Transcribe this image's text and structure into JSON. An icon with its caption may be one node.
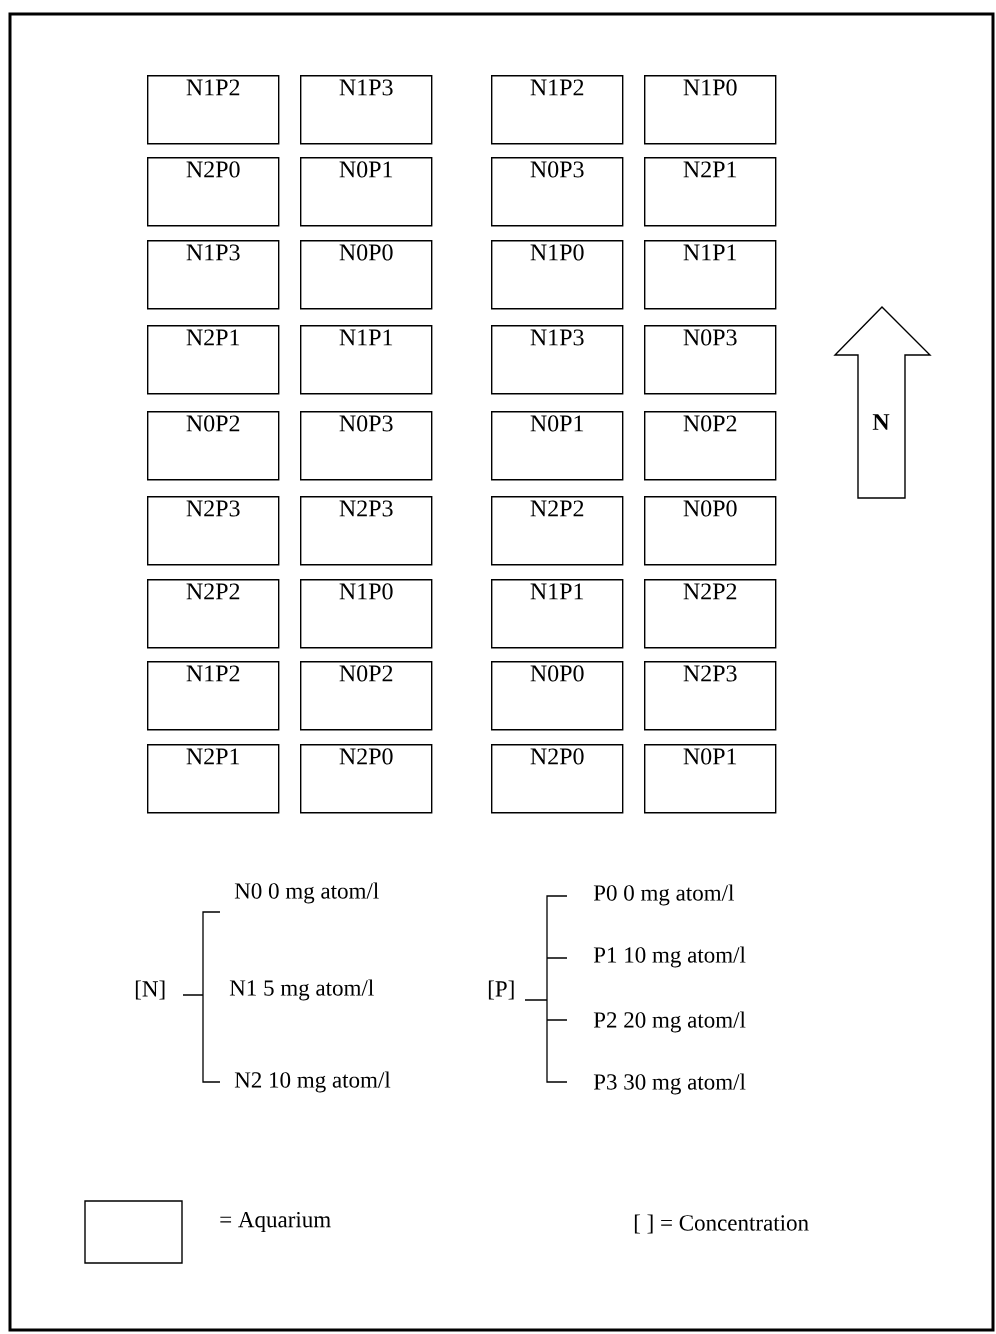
{
  "diagram": {
    "nodes": [
      {
        "text": [
          "N1P2"
        ]
      },
      {
        "text": [
          "N1P3"
        ]
      },
      {
        "text": [
          "N1P2"
        ]
      },
      {
        "text": [
          "N1P0"
        ]
      },
      {
        "text": [
          "N2P0"
        ]
      },
      {
        "text": [
          "N0P1"
        ]
      },
      {
        "text": [
          "N0P3"
        ]
      },
      {
        "text": [
          "N2P1"
        ]
      },
      {
        "text": [
          "N1P3"
        ]
      },
      {
        "text": [
          "N0P0"
        ]
      },
      {
        "text": [
          "N1P0"
        ]
      },
      {
        "text": [
          "N1P1"
        ]
      },
      {
        "text": [
          "N2P1"
        ]
      },
      {
        "text": [
          "N1P1"
        ]
      },
      {
        "text": [
          "N1P3"
        ]
      },
      {
        "text": [
          "N0P3"
        ]
      },
      {
        "text": [
          "N0P2"
        ]
      },
      {
        "text": [
          "N0P3"
        ]
      },
      {
        "text": [
          "N0P1"
        ]
      },
      {
        "text": [
          "N0P2"
        ]
      },
      {
        "text": [
          "N2P3"
        ]
      },
      {
        "text": [
          "N2P3"
        ]
      },
      {
        "text": [
          "N2P2"
        ]
      },
      {
        "text": [
          "N0P0"
        ]
      },
      {
        "text": [
          "N2P2"
        ]
      },
      {
        "text": [
          "N1P0"
        ]
      },
      {
        "text": [
          "N1P1"
        ]
      },
      {
        "text": [
          "N2P2"
        ]
      },
      {
        "text": [
          "N1P2"
        ]
      },
      {
        "text": [
          "N0P2"
        ]
      },
      {
        "text": [
          "N0P0"
        ]
      },
      {
        "text": [
          "N2P3"
        ]
      },
      {
        "text": [
          "N2P1"
        ]
      },
      {
        "text": [
          "N2P0"
        ]
      },
      {
        "text": [
          "N2P0"
        ]
      },
      {
        "text": [
          "N0P1"
        ]
      },
      {
        "text": [
          "N"
        ]
      }
    ],
    "labels": [
      "[N]",
      "N0 0 mg atom/l",
      "N1 5 mg atom/l",
      "N2 10 mg atom/l",
      "[P]",
      "P0 0 mg atom/l",
      "P1 10 mg atom/l",
      "P2 20 mg atom/l",
      "P3 30 mg atom/l",
      "[ ] = Concentration"
    ],
    "legend": [
      {
        "text": "= Aquarium"
      }
    ]
  }
}
